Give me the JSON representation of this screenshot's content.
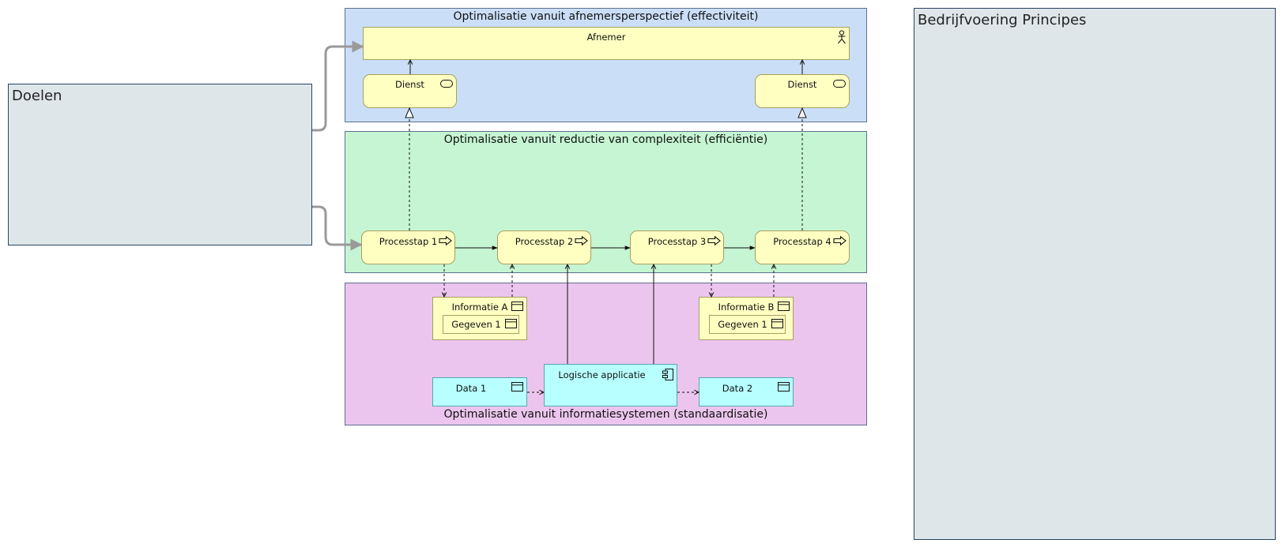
{
  "groups": {
    "consumer": {
      "title": "Optimalisatie vanuit afnemersperspectief (effectiviteit)",
      "color": "#cadff7"
    },
    "process": {
      "title": "Optimalisatie vanuit reductie van complexiteit (efficiëntie)",
      "color": "#c5f5d2"
    },
    "infosys": {
      "title": "Optimalisatie vanuit informatiesystemen (standaardisatie)",
      "color": "#ecc5ee"
    }
  },
  "panels": {
    "goals": {
      "title": "Doelen"
    },
    "principles": {
      "title": "Bedrijfvoering Principes"
    }
  },
  "elements": {
    "actor": {
      "label": "Afnemer",
      "icon": "actor-icon"
    },
    "service_left": {
      "label": "Dienst",
      "icon": "service-icon"
    },
    "service_right": {
      "label": "Dienst",
      "icon": "service-icon"
    },
    "process_1": {
      "label": "Processtap 1",
      "icon": "process-arrow-icon"
    },
    "process_2": {
      "label": "Processtap 2",
      "icon": "process-arrow-icon"
    },
    "process_3": {
      "label": "Processtap 3",
      "icon": "process-arrow-icon"
    },
    "process_4": {
      "label": "Processtap 4",
      "icon": "process-arrow-icon"
    },
    "info_a": {
      "label": "Informatie A",
      "icon": "business-object-icon",
      "child": {
        "label": "Gegeven 1",
        "icon": "business-object-icon"
      }
    },
    "info_b": {
      "label": "Informatie B",
      "icon": "business-object-icon",
      "child": {
        "label": "Gegeven 1",
        "icon": "business-object-icon"
      }
    },
    "data_1": {
      "label": "Data 1",
      "icon": "data-object-icon"
    },
    "data_2": {
      "label": "Data 2",
      "icon": "data-object-icon"
    },
    "logical_app": {
      "label": "Logische applicatie",
      "icon": "application-component-icon"
    }
  },
  "colors": {
    "business": "#ffffc2",
    "application": "#b8ffff",
    "panel": "#dfe6ea"
  }
}
